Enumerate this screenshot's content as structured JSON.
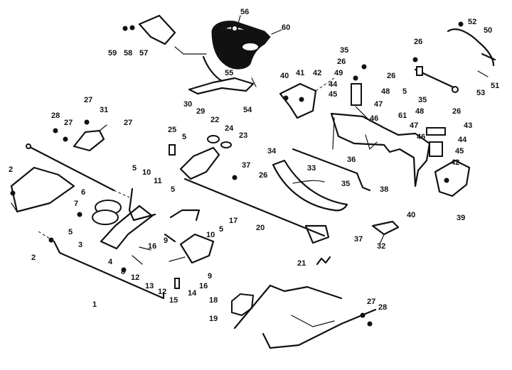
{
  "diagram": {
    "callouts": [
      {
        "id": "c1",
        "text": "56"
      },
      {
        "id": "c2",
        "text": "60"
      },
      {
        "id": "c3",
        "text": "59"
      },
      {
        "id": "c4",
        "text": "58"
      },
      {
        "id": "c5",
        "text": "57"
      },
      {
        "id": "c6",
        "text": "55"
      },
      {
        "id": "c7",
        "text": "52"
      },
      {
        "id": "c8",
        "text": "50"
      },
      {
        "id": "c9",
        "text": "26"
      },
      {
        "id": "c10",
        "text": "35"
      },
      {
        "id": "c11",
        "text": "26"
      },
      {
        "id": "c12",
        "text": "49"
      },
      {
        "id": "c13",
        "text": "26"
      },
      {
        "id": "c14",
        "text": "40"
      },
      {
        "id": "c15",
        "text": "41"
      },
      {
        "id": "c16",
        "text": "42"
      },
      {
        "id": "c17",
        "text": "44"
      },
      {
        "id": "c18",
        "text": "45"
      },
      {
        "id": "c19",
        "text": "48"
      },
      {
        "id": "c20",
        "text": "5"
      },
      {
        "id": "c21",
        "text": "35"
      },
      {
        "id": "c22",
        "text": "53"
      },
      {
        "id": "c23",
        "text": "51"
      },
      {
        "id": "c24",
        "text": "30"
      },
      {
        "id": "c25",
        "text": "29"
      },
      {
        "id": "c26",
        "text": "54"
      },
      {
        "id": "c27",
        "text": "47"
      },
      {
        "id": "c28",
        "text": "61"
      },
      {
        "id": "c29",
        "text": "46"
      },
      {
        "id": "c30",
        "text": "48"
      },
      {
        "id": "c31",
        "text": "26"
      },
      {
        "id": "c32",
        "text": "43"
      },
      {
        "id": "c33",
        "text": "27"
      },
      {
        "id": "c34",
        "text": "31"
      },
      {
        "id": "c35",
        "text": "28"
      },
      {
        "id": "c36",
        "text": "27"
      },
      {
        "id": "c37",
        "text": "27"
      },
      {
        "id": "c38",
        "text": "22"
      },
      {
        "id": "c39",
        "text": "24"
      },
      {
        "id": "c40",
        "text": "25"
      },
      {
        "id": "c41",
        "text": "5"
      },
      {
        "id": "c42",
        "text": "23"
      },
      {
        "id": "c43",
        "text": "47"
      },
      {
        "id": "c44",
        "text": "44"
      },
      {
        "id": "c45",
        "text": "45"
      },
      {
        "id": "c46",
        "text": "46"
      },
      {
        "id": "c47",
        "text": "42"
      },
      {
        "id": "c48",
        "text": "34"
      },
      {
        "id": "c49",
        "text": "36"
      },
      {
        "id": "c50",
        "text": "33"
      },
      {
        "id": "c51",
        "text": "2"
      },
      {
        "id": "c52",
        "text": "5"
      },
      {
        "id": "c53",
        "text": "10"
      },
      {
        "id": "c54",
        "text": "11"
      },
      {
        "id": "c55",
        "text": "6"
      },
      {
        "id": "c56",
        "text": "37"
      },
      {
        "id": "c57",
        "text": "26"
      },
      {
        "id": "c58",
        "text": "35"
      },
      {
        "id": "c59",
        "text": "38"
      },
      {
        "id": "c60",
        "text": "5"
      },
      {
        "id": "c61",
        "text": "7"
      },
      {
        "id": "c62",
        "text": "17"
      },
      {
        "id": "c63",
        "text": "40"
      },
      {
        "id": "c64",
        "text": "39"
      },
      {
        "id": "c65",
        "text": "5"
      },
      {
        "id": "c66",
        "text": "20"
      },
      {
        "id": "c67",
        "text": "5"
      },
      {
        "id": "c68",
        "text": "10"
      },
      {
        "id": "c69",
        "text": "9"
      },
      {
        "id": "c70",
        "text": "37"
      },
      {
        "id": "c71",
        "text": "32"
      },
      {
        "id": "c72",
        "text": "2"
      },
      {
        "id": "c73",
        "text": "3"
      },
      {
        "id": "c74",
        "text": "16"
      },
      {
        "id": "c75",
        "text": "4"
      },
      {
        "id": "c76",
        "text": "8"
      },
      {
        "id": "c77",
        "text": "12"
      },
      {
        "id": "c78",
        "text": "21"
      },
      {
        "id": "c79",
        "text": "9"
      },
      {
        "id": "c80",
        "text": "16"
      },
      {
        "id": "c81",
        "text": "13"
      },
      {
        "id": "c82",
        "text": "12"
      },
      {
        "id": "c83",
        "text": "14"
      },
      {
        "id": "c84",
        "text": "1"
      },
      {
        "id": "c85",
        "text": "15"
      },
      {
        "id": "c86",
        "text": "18"
      },
      {
        "id": "c87",
        "text": "19"
      },
      {
        "id": "c88",
        "text": "27"
      },
      {
        "id": "c89",
        "text": "28"
      }
    ]
  }
}
